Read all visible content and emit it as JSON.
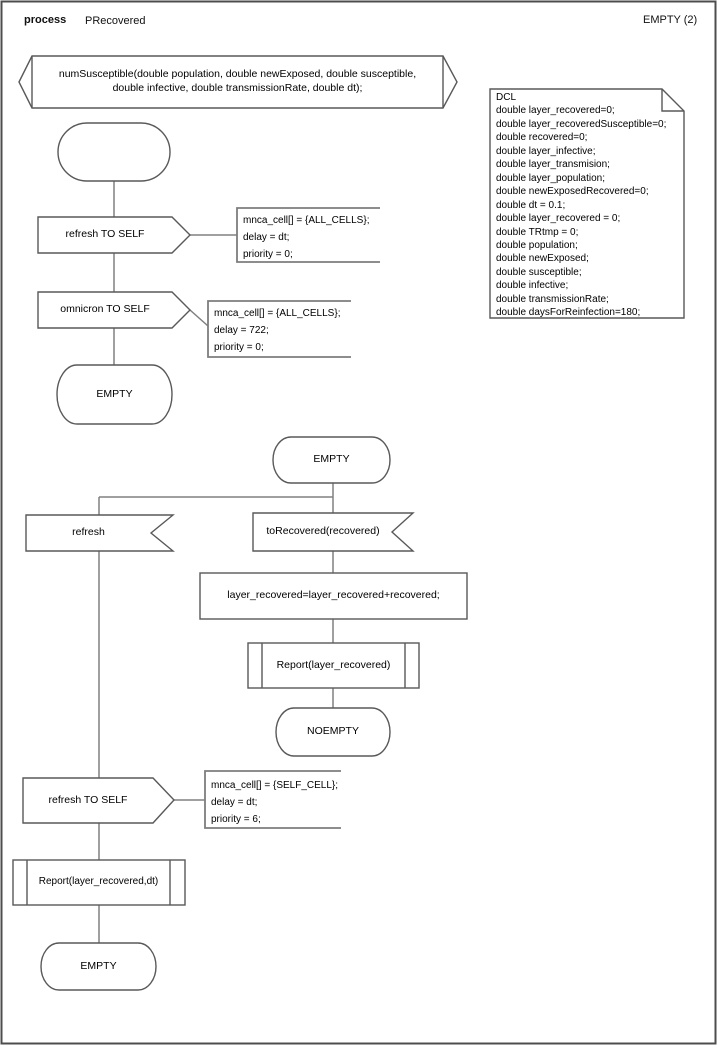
{
  "header": {
    "kind_label": "process",
    "process_name": "PRecovered",
    "page_label": "EMPTY (2)"
  },
  "signature": {
    "text": "numSusceptible(double population, double newExposed, double susceptible,\ndouble infective, double transmissionRate, double dt);"
  },
  "declarations": {
    "text": "DCL\ndouble layer_recovered=0;\ndouble layer_recoveredSusceptible=0;\ndouble recovered=0;\ndouble layer_infective;\ndouble layer_transmision;\ndouble layer_population;\ndouble newExposedRecovered=0;\ndouble dt = 0.1;\ndouble layer_recovered = 0;\ndouble TRtmp = 0;\ndouble population;\ndouble newExposed;\ndouble susceptible;\ndouble infective;\ndouble transmissionRate;\ndouble daysForReinfection=180;"
  },
  "flow1": {
    "output_refresh": "refresh TO SELF",
    "comment_refresh": "mnca_cell[] = {ALL_CELLS};\ndelay = dt;\npriority = 0;",
    "output_omnicron": "omnicron TO SELF",
    "comment_omnicron": "mnca_cell[] = {ALL_CELLS};\ndelay = 722;\npriority = 0;",
    "state_empty": "EMPTY"
  },
  "flow2": {
    "state_empty": "EMPTY",
    "input_refresh": "refresh",
    "input_torecovered": "toRecovered(recovered)",
    "task_assignment": "layer_recovered=layer_recovered+recovered;",
    "procedure_report": "Report(layer_recovered)",
    "state_noempty": "NOEMPTY",
    "output_refresh": "refresh TO SELF",
    "comment_refresh": "mnca_cell[] = {SELF_CELL};\ndelay = dt;\npriority = 6;",
    "procedure_report_dt": "Report(layer_recovered,dt)",
    "state_empty_end": "EMPTY"
  },
  "colors": {
    "symbol_stroke": "#595959",
    "connector_stroke": "#808080",
    "comment_stroke": "#7d7d7d",
    "page_border": "#4d4d4d"
  }
}
